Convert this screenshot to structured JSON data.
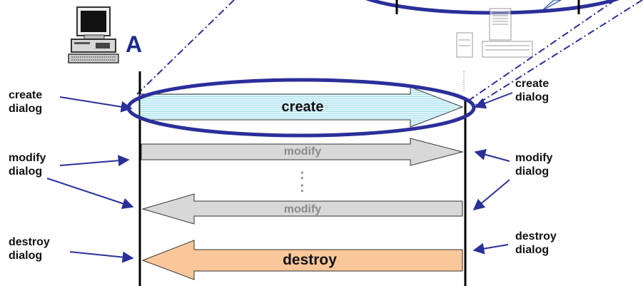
{
  "endpoint_a_label": "A",
  "left_notes": {
    "create": "create\ndialog",
    "modify": "modify\ndialog",
    "destroy": "destroy\ndialog"
  },
  "right_notes": {
    "create": "create\ndialog",
    "modify": "modify\ndialog",
    "destroy": "destroy\ndialog"
  },
  "messages": {
    "create": "create",
    "modify_forward": "modify",
    "modify_back": "modify",
    "ellipsis": ":",
    "destroy": "destroy"
  },
  "colors": {
    "outline_blue": "#2b2f9a",
    "create_fill": "#cfeff7",
    "modify_fill": "#d8d8d8",
    "destroy_fill": "#f9c79a",
    "lifeline": "#000000"
  },
  "icons": [
    "computer-icon",
    "server-icon"
  ]
}
